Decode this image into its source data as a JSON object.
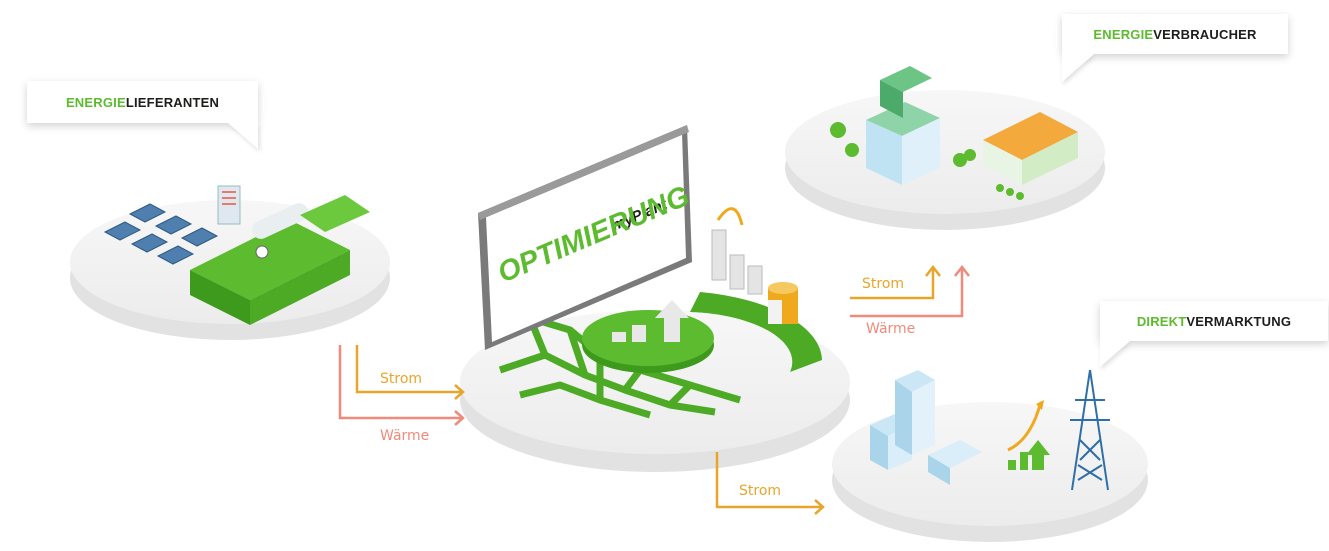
{
  "callouts": {
    "lieferanten": {
      "highlight": "ENERGIE",
      "rest": "LIEFERANTEN"
    },
    "verbraucher": {
      "highlight": "ENERGIE",
      "rest": "VERBRAUCHER"
    },
    "direkt": {
      "highlight": "DIREKT",
      "rest": "VERMARKTUNG"
    }
  },
  "screen": {
    "brand": "myPlant",
    "title": "OPTIMIERUNG"
  },
  "flows": {
    "left_strom": "Strom",
    "left_waerme": "Wärme",
    "right_strom": "Strom",
    "right_waerme": "Wärme",
    "bottom_strom": "Strom"
  },
  "colors": {
    "accent_green": "#5dbb2f",
    "strom": "#e8a52a",
    "waerme": "#f08a7a",
    "platform": "#f0f0f0"
  }
}
